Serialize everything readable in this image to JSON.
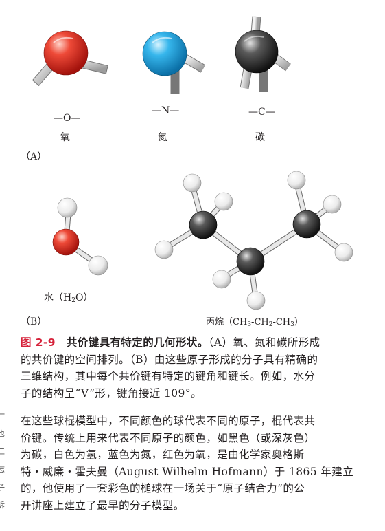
{
  "panel_a": {
    "label": "（A）",
    "atoms": [
      {
        "formula": "—O—",
        "name": "氧",
        "color": "#e0302a"
      },
      {
        "formula": "—N—",
        "name": "氮",
        "color": "#1ea7e0"
      },
      {
        "formula": "—C—",
        "name": "碳",
        "color": "#3a3a3a"
      }
    ]
  },
  "panel_b": {
    "label": "（B）",
    "water": {
      "name": "水",
      "formula_open": "（H",
      "formula_sub": "2",
      "formula_close": "O）"
    },
    "propane": {
      "name": "丙烷",
      "formula_parts": [
        "（CH",
        "3",
        "-CH",
        "2",
        "-CH",
        "3",
        "）"
      ]
    }
  },
  "caption": {
    "number": "图 2-9",
    "title": "共价键具有特定的几何形状。",
    "lines": [
      "（A）氧、氮和碳所形成",
      "的共价键的空间排列。（B）由这些原子形成的分子具有精确的",
      "三维结构，其中每个共价键有特定的键角和键长。例如，水分",
      "子的结构呈“V”形，键角接近 109°。"
    ]
  },
  "body_lines": [
    "在这些球棍模型中，不同颜色的球代表不同的原子，棍代表共",
    "价键。传统上用来代表不同原子的颜色，如黑色（或深灰色）",
    "为碳，白色为氢，蓝色为氮，红色为氧，是由化学家奥格斯",
    "特・威廉・霍夫曼（August Wilhelm Hofmann）于 1865 年建立",
    "的，他使用了一套彩色的槌球在一场关于“原子结合力”的公",
    "开讲座上建立了最早的分子模型。"
  ],
  "margin_chars": [
    "一",
    "也",
    "工",
    "志",
    "子",
    "诉"
  ]
}
